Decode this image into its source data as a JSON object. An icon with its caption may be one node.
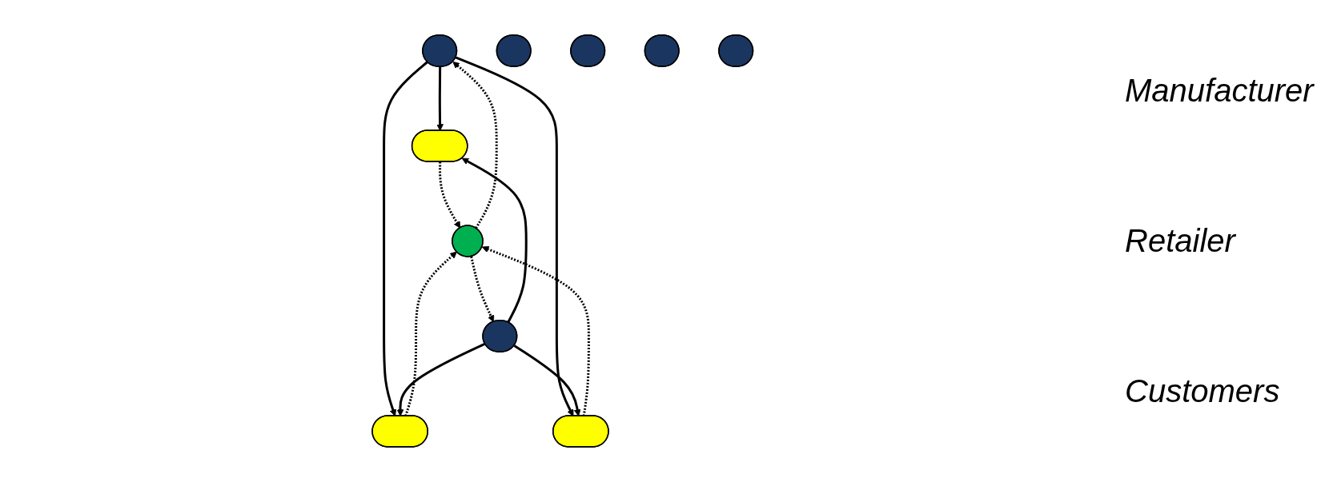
{
  "diagram": {
    "nodes": [
      {
        "text": [],
        "shape": "ellipse"
      },
      {
        "text": [],
        "shape": "ellipse"
      },
      {
        "text": [],
        "shape": "ellipse"
      },
      {
        "text": [],
        "shape": "ellipse"
      },
      {
        "text": [],
        "shape": "ellipse"
      },
      {
        "text": [],
        "shape": "ellipse"
      },
      {
        "text": [],
        "shape": "ellipse"
      },
      {
        "text": [],
        "shape": "ellipse"
      },
      {
        "text": [],
        "shape": "ellipse"
      },
      {
        "text": [],
        "shape": "ellipse"
      }
    ],
    "edges": [
      {
        "from": 0,
        "to": 7,
        "arrow": "to"
      },
      {
        "from": 0,
        "to": 8,
        "arrow": "to"
      },
      {
        "from": 0,
        "to": 9,
        "arrow": "to"
      },
      {
        "from": 5,
        "to": 7,
        "arrow": "to"
      },
      {
        "from": 5,
        "to": 8,
        "arrow": "to"
      },
      {
        "from": 5,
        "to": 9,
        "arrow": "to"
      },
      {
        "from": 6,
        "to": 0,
        "arrow": "to",
        "style": "dashed"
      },
      {
        "from": 6,
        "to": 5,
        "arrow": "to",
        "style": "dashed"
      },
      {
        "from": 7,
        "to": 6,
        "arrow": "to",
        "style": "dashed"
      },
      {
        "from": 8,
        "to": 6,
        "arrow": "to",
        "style": "dashed"
      },
      {
        "from": 9,
        "to": 6,
        "arrow": "to",
        "style": "dashed"
      }
    ],
    "labels": [
      "Manufacturer",
      "Retailer",
      "Customers"
    ]
  }
}
